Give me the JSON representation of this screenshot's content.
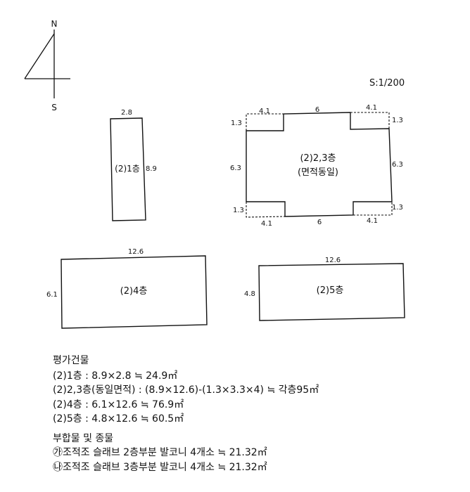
{
  "compass": {
    "north": "N",
    "south": "S"
  },
  "scale": "S:1/200",
  "floor1": {
    "label": "(2)1층",
    "width": "2.8",
    "height": "8.9"
  },
  "floor23": {
    "label_line1": "(2)2,3층",
    "label_line2": "(면적동일)",
    "top_left": "4.1",
    "top_mid": "6",
    "top_right": "4.1",
    "bottom_left": "4.1",
    "bottom_mid": "6",
    "bottom_right": "4.1",
    "left_top_notch": "1.3",
    "left_side": "6.3",
    "left_bottom_notch": "1.3",
    "right_top_notch": "1.3",
    "right_side": "6.3",
    "right_bottom_notch": "1.3"
  },
  "floor4": {
    "label": "(2)4층",
    "width": "12.6",
    "height": "6.1"
  },
  "floor5": {
    "label": "(2)5층",
    "width": "12.6",
    "height": "4.8"
  },
  "calculation": {
    "heading": "평가건물",
    "lines": [
      "(2)1층 : 8.9×2.8 ≒ 24.9㎡",
      "(2)2,3층(동일면적) : (8.9×12.6)-(1.3×3.3×4) ≒ 각층95㎡",
      "(2)4층 : 6.1×12.6 ≒ 76.9㎡",
      "(2)5층 : 4.8×12.6 ≒ 60.5㎡"
    ],
    "heading2": "부합물 및 종물",
    "lines2": [
      "㉮조적조 슬래브 2층부분 발코니 4개소 ≒ 21.32㎡",
      "㉯조적조 슬래브 3층부분 발코니 4개소 ≒ 21.32㎡"
    ]
  }
}
